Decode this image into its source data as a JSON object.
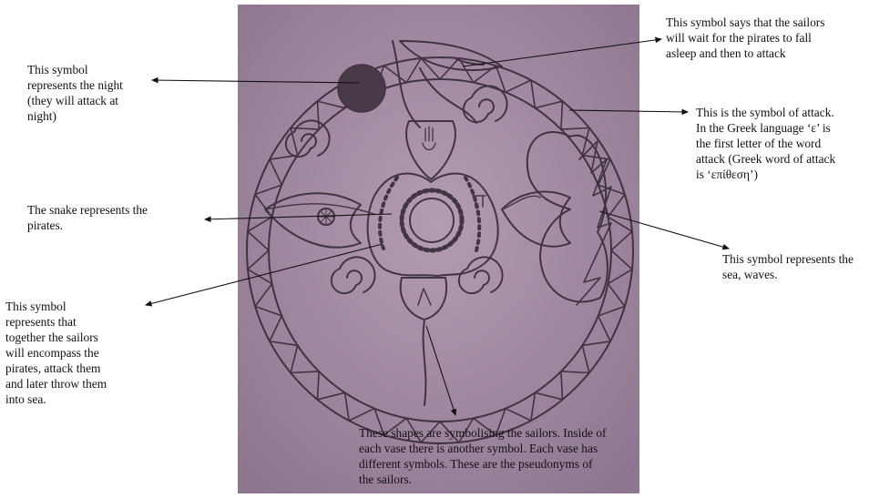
{
  "annotations": {
    "night": "This symbol\nrepresents the night\n(they will attack at\nnight)",
    "wait": "This symbol says that the sailors\nwill wait for the pirates to fall\nasleep and then to attack",
    "attack": "This is the symbol of attack.\nIn the Greek language ‘ε’ is\nthe first letter of the word\nattack (Greek word of attack\nis ‘επίθεση’)",
    "snake": "The snake represents the\npirates.",
    "sea": "This symbol represents the\nsea, waves.",
    "encompass": "This symbol\nrepresents that\ntogether the sailors\nwill encompass the\npirates, attack them\nand later throw them\ninto sea.",
    "sailors": "These shapes are symbolising the sailors. Inside of\neach vase there is another symbol. Each vase has\ndifferent symbols. These are the pseudonyms of\nthe sailors."
  },
  "colors": {
    "photo_background": "#a48aa0",
    "pencil": "#2e2630"
  }
}
